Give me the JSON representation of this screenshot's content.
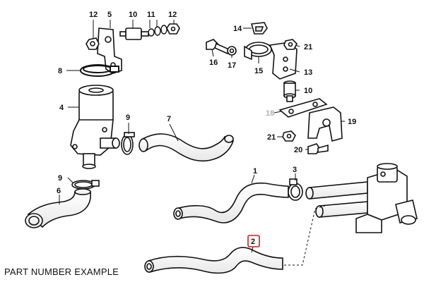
{
  "caption": "PART NUMBER EXAMPLE",
  "labels": {
    "p12a": "12",
    "p5": "5",
    "p10a": "10",
    "p11": "11",
    "p12b": "12",
    "p14": "14",
    "p21a": "21",
    "p16": "16",
    "p17": "17",
    "p15": "15",
    "p13": "13",
    "p8": "8",
    "p10b": "10",
    "p4": "4",
    "p9a": "9",
    "p7": "7",
    "p18": "18",
    "p19": "19",
    "p21b": "21",
    "p20": "20",
    "p9b": "9",
    "p6": "6",
    "p1": "1",
    "p3": "3",
    "p2": "2"
  },
  "highlight": {
    "part": "2",
    "color": "#d11a1a"
  }
}
